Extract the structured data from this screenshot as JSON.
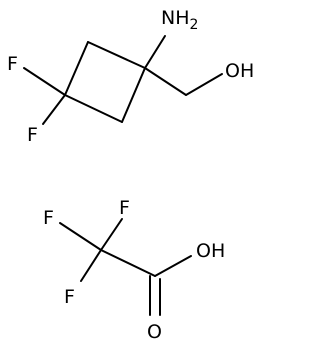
{
  "molecules": [
    {
      "atoms": {
        "f1": "F",
        "f2": "F",
        "nh2": "NH",
        "nh2_sub": "2",
        "oh": "OH"
      }
    },
    {
      "atoms": {
        "f1": "F",
        "f2": "F",
        "f3": "F",
        "oh": "OH",
        "o": "O"
      }
    }
  ],
  "colors": {
    "ink": "#000000",
    "background": "#ffffff"
  }
}
